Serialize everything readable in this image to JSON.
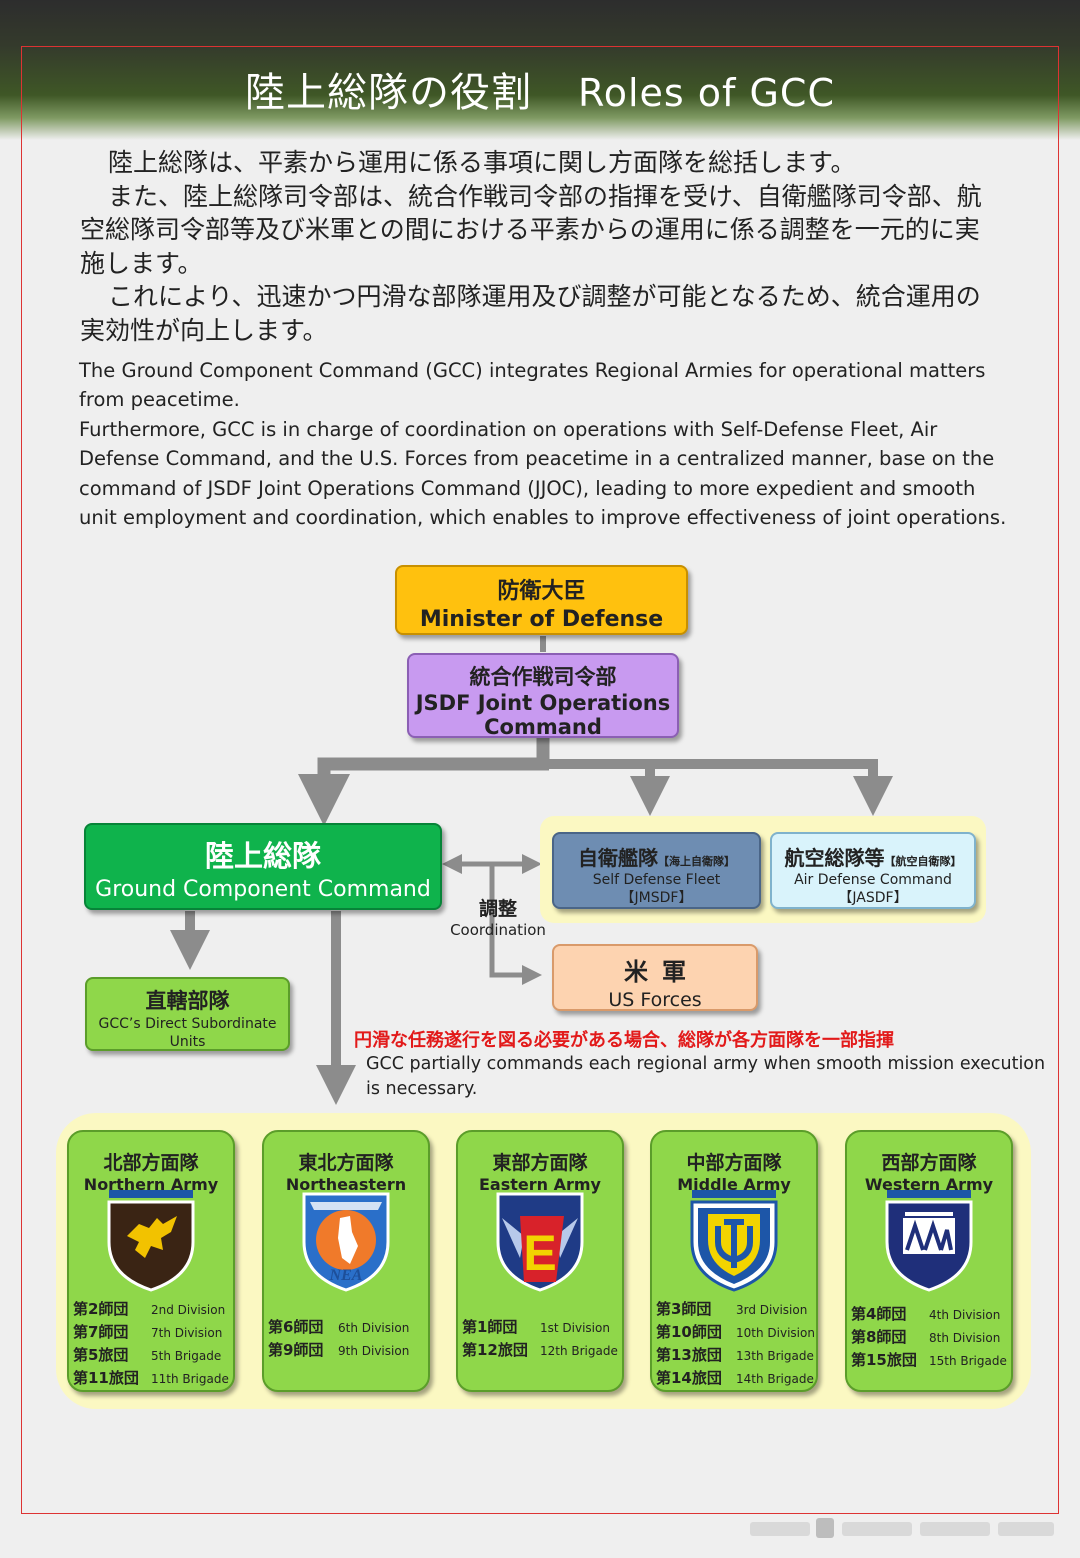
{
  "title": {
    "jp": "陸上総隊の役割",
    "en": "Roles of GCC"
  },
  "intro_jp": [
    "陸上総隊は、平素から運用に係る事項に関し方面隊を総括します。",
    "また、陸上総隊司令部は、統合作戦司令部の指揮を受け、自衛艦隊司令部、航空総隊司令部等及び米軍との間における平素からの運用に係る調整を一元的に実施します。",
    "これにより、迅速かつ円滑な部隊運用及び調整が可能となるため、統合運用の実効性が向上します。"
  ],
  "intro_en": [
    "The Ground Component Command (GCC) integrates Regional Armies for operational matters from peacetime.",
    "Furthermore, GCC is in charge of coordination on operations with Self-Defense Fleet, Air Defense Command, and the U.S. Forces from peacetime in a centralized manner, base on the command of JSDF Joint Operations Command (JJOC), leading to more expedient and smooth unit employment  and coordination, which enables to improve effectiveness of joint operations."
  ],
  "nodes": {
    "minister": {
      "jp": "防衛大臣",
      "en": "Minister of Defense",
      "color": "#ffc10e"
    },
    "jjoc": {
      "jp": "統合作戦司令部",
      "en": "JSDF Joint Operations Command",
      "color": "#c89af0"
    },
    "gcc": {
      "jp": "陸上総隊",
      "en": "Ground Component Command",
      "color": "#0fb34c"
    },
    "direct_units": {
      "jp": "直轄部隊",
      "en": "GCC’s Direct Subordinate Units",
      "color": "#8fd74a"
    },
    "jmsdf": {
      "jp": "自衛艦隊",
      "tag": "【海上自衛隊】",
      "en": "Self Defense Fleet",
      "abbr": "【JMSDF】",
      "color": "#6e8db2"
    },
    "jasdf": {
      "jp": "航空総隊等",
      "tag": "【航空自衛隊】",
      "en": "Air Defense Command",
      "abbr": "【JASDF】",
      "color": "#d9f3fb"
    },
    "us_forces": {
      "jp": "米軍",
      "en": "US Forces",
      "color": "#fdd3b0"
    }
  },
  "coordination": {
    "jp": "調整",
    "en": "Coordination"
  },
  "note": {
    "jp": "円滑な任務遂行を図る必要がある場合、総隊が各方面隊を一部指揮",
    "en": "GCC partially commands each regional army when smooth mission execution is necessary."
  },
  "armies": [
    {
      "jp": "北部方面隊",
      "en": "Northern Army",
      "emblem": "northern-army-emblem",
      "units": [
        {
          "jp": "第2師団",
          "en": "2nd Division"
        },
        {
          "jp": "第7師団",
          "en": "7th Division"
        },
        {
          "jp": "第5旅団",
          "en": "5th Brigade"
        },
        {
          "jp": "第11旅団",
          "en": "11th Brigade"
        }
      ]
    },
    {
      "jp": "東北方面隊",
      "en": "Northeastern Army",
      "emblem": "northeastern-army-emblem",
      "emblem_text": "NEA",
      "units": [
        {
          "jp": "第6師団",
          "en": "6th Division"
        },
        {
          "jp": "第9師団",
          "en": "9th Division"
        }
      ]
    },
    {
      "jp": "東部方面隊",
      "en": "Eastern Army",
      "emblem": "eastern-army-emblem",
      "emblem_text": "E",
      "units": [
        {
          "jp": "第1師団",
          "en": "1st Division"
        },
        {
          "jp": "第12旅団",
          "en": "12th Brigade"
        }
      ]
    },
    {
      "jp": "中部方面隊",
      "en": "Middle Army",
      "emblem": "middle-army-emblem",
      "units": [
        {
          "jp": "第3師団",
          "en": "3rd Division"
        },
        {
          "jp": "第10師団",
          "en": "10th Division"
        },
        {
          "jp": "第13旅団",
          "en": "13th Brigade"
        },
        {
          "jp": "第14旅団",
          "en": "14th Brigade"
        }
      ]
    },
    {
      "jp": "西部方面隊",
      "en": "Western Army",
      "emblem": "western-army-emblem",
      "units": [
        {
          "jp": "第4師団",
          "en": "4th Division"
        },
        {
          "jp": "第8師団",
          "en": "8th Division"
        },
        {
          "jp": "第15旅団",
          "en": "15th Brigade"
        }
      ]
    }
  ],
  "colors": {
    "arrow": "#8c8c8c",
    "frame": "#d33333",
    "army_box": "#8fd74a",
    "area": "#fbf8c2"
  }
}
